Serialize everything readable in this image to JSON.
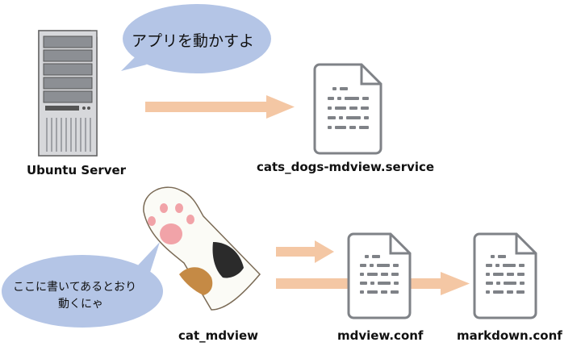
{
  "server": {
    "label": "Ubuntu Server",
    "bubble_text": "アプリを動かすよ"
  },
  "service_file": {
    "label": "cats_dogs-mdview.service"
  },
  "cat": {
    "label": "cat_mdview",
    "bubble_line1": "ここに書いてあるとおり",
    "bubble_line2": "動くにゃ"
  },
  "mdview_conf": {
    "label": "mdview.conf"
  },
  "markdown_conf": {
    "label": "markdown.conf"
  },
  "colors": {
    "bubble_fill": "#b4c5e6",
    "arrow_fill": "#f4c7a4",
    "doc_stroke": "#7f8287",
    "server_body": "#d7d8db"
  }
}
